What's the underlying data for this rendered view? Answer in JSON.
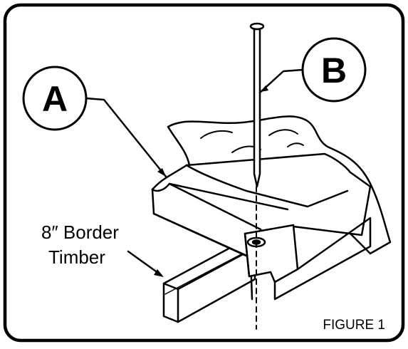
{
  "figure": {
    "caption": "FIGURE 1",
    "callout_a": "A",
    "callout_b": "B",
    "border_label_line1": "8″ Border",
    "border_label_line2": "Timber"
  }
}
